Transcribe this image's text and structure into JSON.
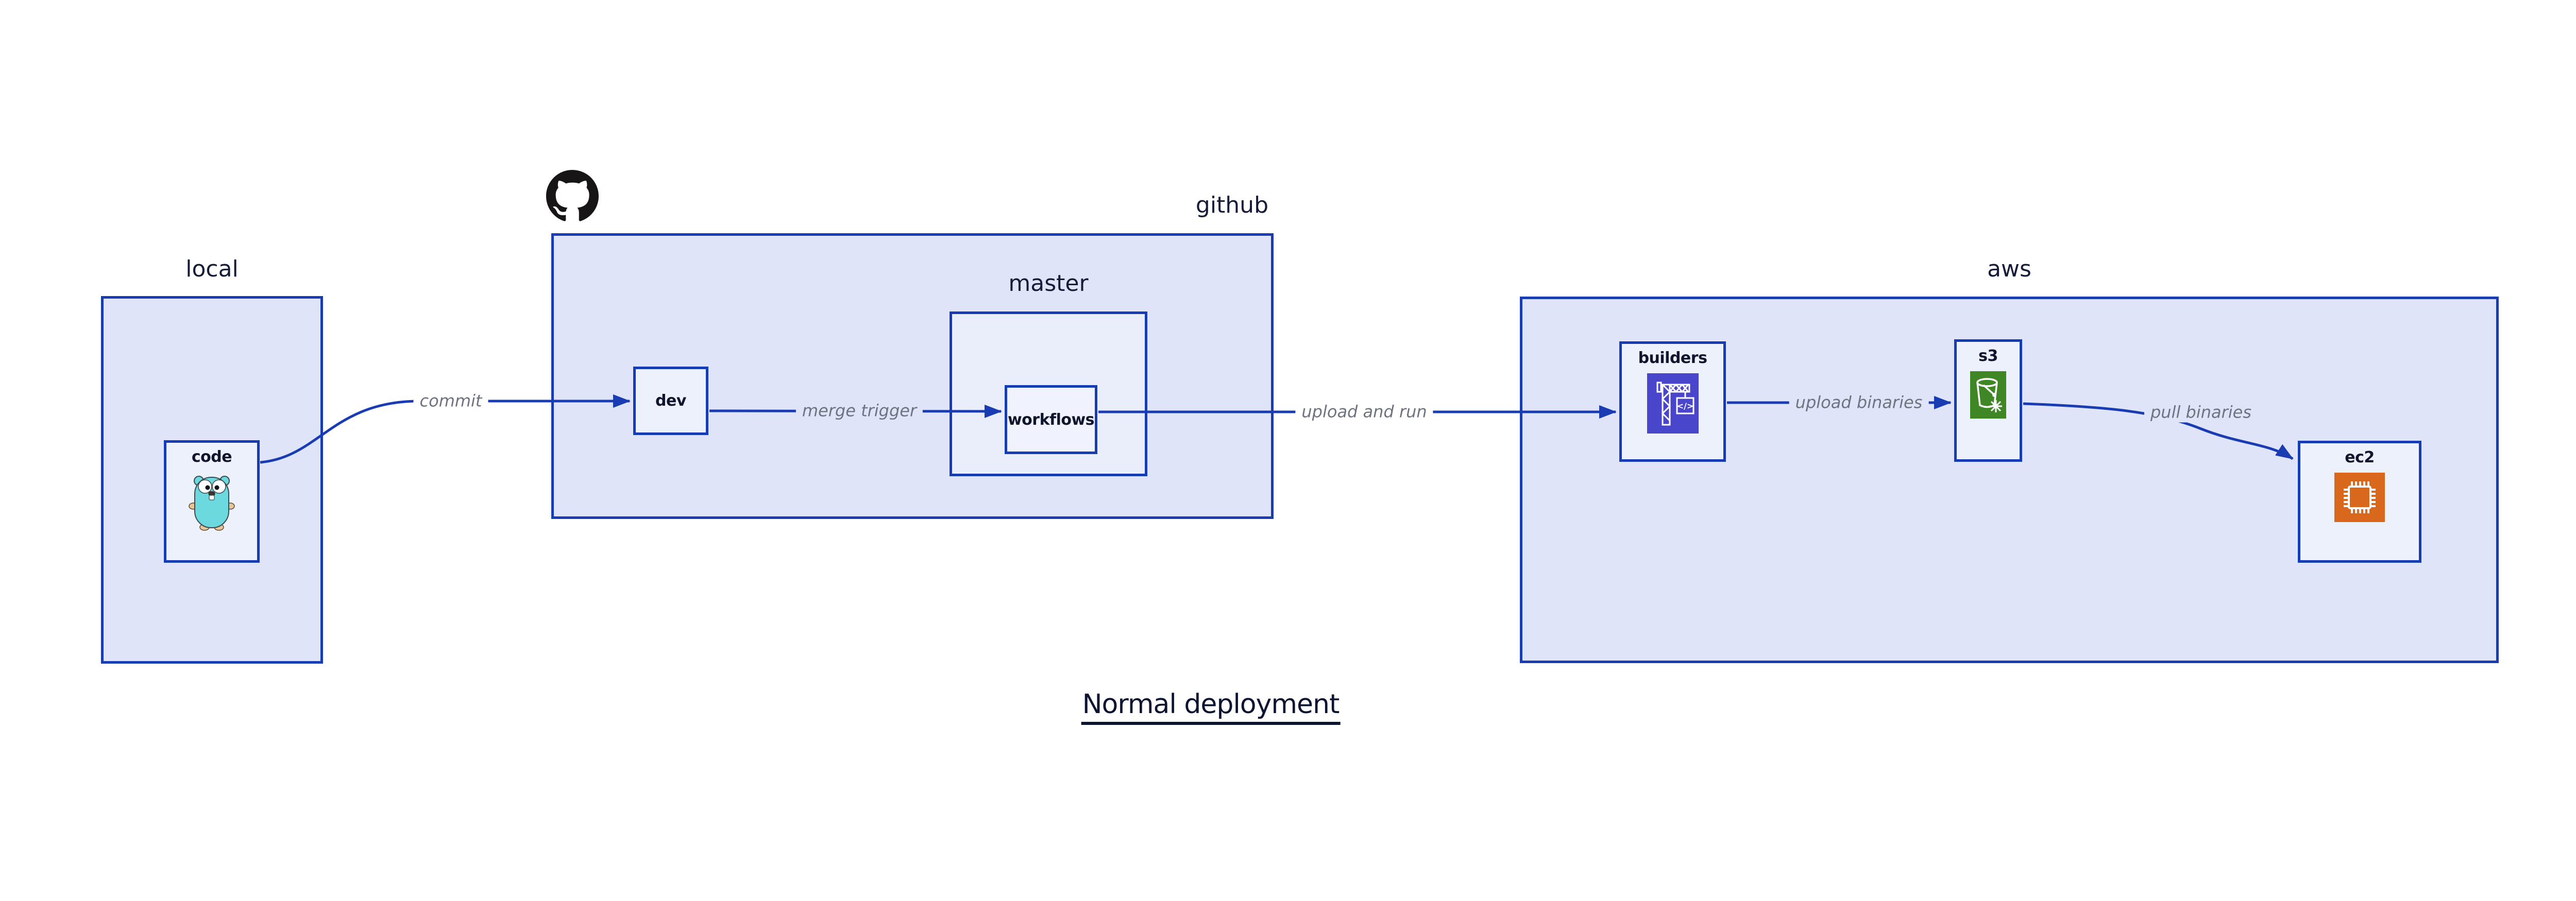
{
  "title": {
    "text": "Normal deployment"
  },
  "groups": {
    "local": {
      "label": "local"
    },
    "github": {
      "label": "github"
    },
    "aws": {
      "label": "aws"
    }
  },
  "nodes": {
    "code": {
      "label": "code",
      "icon": "go-gopher-icon"
    },
    "dev": {
      "label": "dev"
    },
    "master": {
      "label": "master"
    },
    "workflows": {
      "label": "workflows"
    },
    "builders": {
      "label": "builders",
      "icon": "codebuild-crane-icon"
    },
    "s3": {
      "label": "s3",
      "icon": "s3-bucket-icon"
    },
    "ec2": {
      "label": "ec2",
      "icon": "ec2-chip-icon"
    }
  },
  "edges": {
    "commit": {
      "label": "commit"
    },
    "merge_trigger": {
      "label": "merge trigger"
    },
    "upload_and_run": {
      "label": "upload and run"
    },
    "upload_binaries": {
      "label": "upload binaries"
    },
    "pull_binaries": {
      "label": "pull binaries"
    }
  },
  "logo": {
    "name": "github-octocat-logo"
  },
  "colors": {
    "group_fill": "#dfe4f8",
    "node_fill": "#edf1fc",
    "border_blue": "#1a3cb3",
    "arrow_blue": "#1a3cb3",
    "edge_label_gray": "#6e7380",
    "text_navy": "#10152e",
    "codebuild_indigo": "#4a46cb",
    "s3_green": "#3f8624",
    "ec2_orange": "#d9681c",
    "gopher_teal": "#6cd9de",
    "octocat_black": "#171515"
  }
}
